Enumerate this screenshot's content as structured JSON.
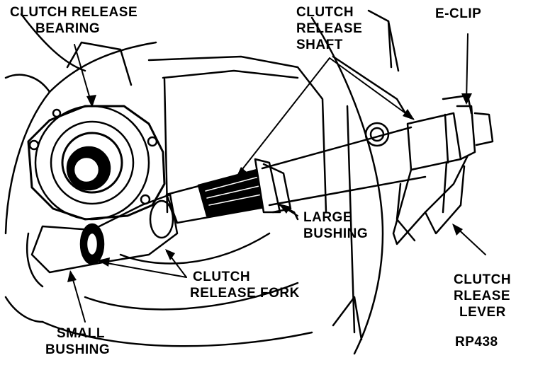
{
  "labels": {
    "clutch_release_bearing": [
      "CLUTCH RELEASE",
      "BEARING"
    ],
    "clutch_release_shaft": [
      "CLUTCH",
      "RELEASE",
      "SHAFT"
    ],
    "e_clip": "E-CLIP",
    "large_bushing": [
      "LARGE",
      "BUSHING"
    ],
    "clutch_release_fork": [
      "CLUTCH",
      "RELEASE FORK"
    ],
    "small_bushing": [
      "SMALL",
      "BUSHING"
    ],
    "clutch_release_lever": [
      "CLUTCH",
      "RLEASE",
      "LEVER"
    ],
    "figure_code": "RP438"
  },
  "colors": {
    "ink": "#000000",
    "paper": "#ffffff"
  }
}
